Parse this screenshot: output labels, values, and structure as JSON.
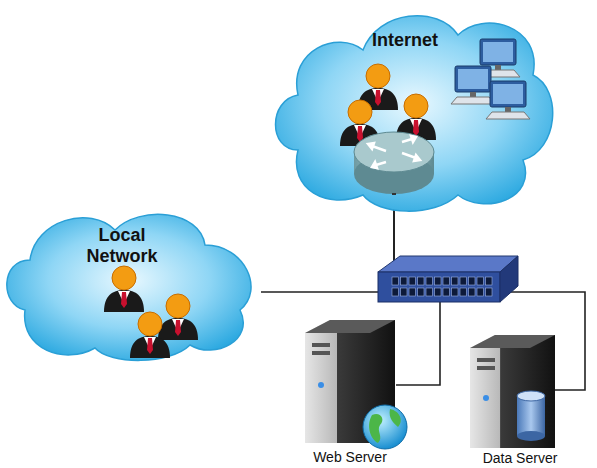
{
  "diagram": {
    "nodes": [
      {
        "text": [
          "Internet"
        ]
      },
      {
        "text": [
          "Local Network"
        ]
      },
      {
        "text": [
          "Web Server"
        ]
      },
      {
        "text": [
          "Data Server"
        ]
      }
    ],
    "edges": [
      {
        "from": 0,
        "to": 1,
        "arrow": "none"
      },
      {
        "from": 0,
        "to": 2,
        "arrow": "none"
      },
      {
        "from": 0,
        "to": 3,
        "arrow": "none"
      }
    ]
  }
}
